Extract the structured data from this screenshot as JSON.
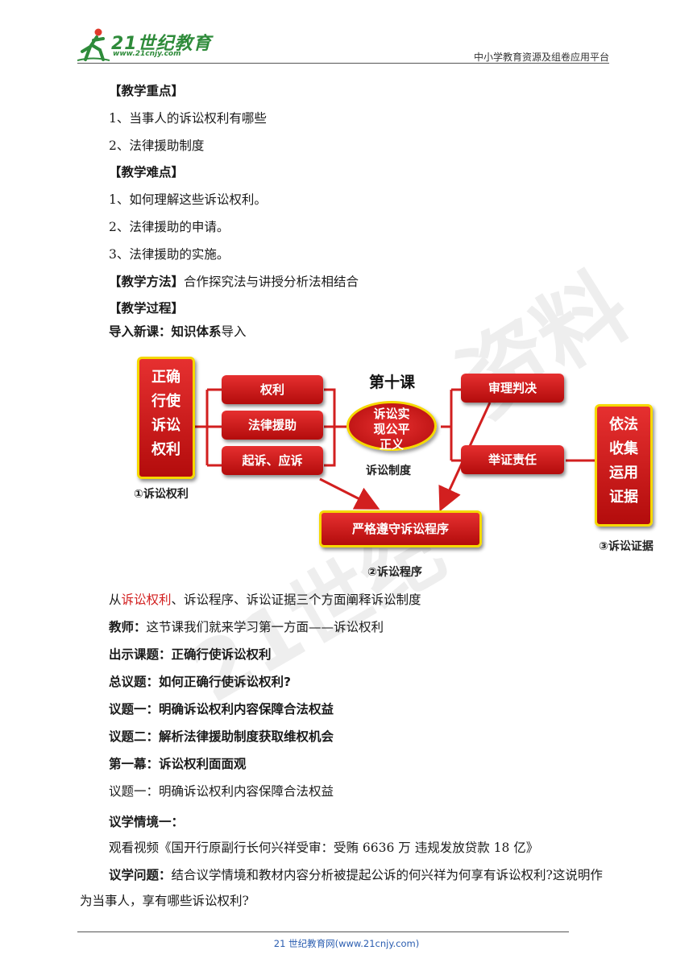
{
  "header": {
    "logo_name": "21世纪教育",
    "logo_url": "www.21cnjy.com",
    "tagline": "中小学教育资源及组卷应用平台"
  },
  "watermark": {
    "text1": "资料",
    "text2": "21世纪"
  },
  "lines": {
    "l1": "【教学重点】",
    "l2": "1、当事人的诉讼权利有哪些",
    "l3": "2、法律援助制度",
    "l4": "【教学难点】",
    "l5": "1、如何理解这些诉讼权利。",
    "l6": "2、法律援助的申请。",
    "l7": "3、法律援助的实施。",
    "l8a": "【教学方法】",
    "l8b": "合作探究法与讲授分析法相结合",
    "l9": "【教学过程】",
    "l10a": "导入新课：知识体系",
    "l10b": "导入",
    "l11a": "从",
    "l11b": "诉讼权利",
    "l11c": "、诉讼程序、诉讼证据三个方面阐释诉讼制度",
    "l12a": "教师：",
    "l12b": "这节课我们就来学习第一方面——诉讼权利",
    "l13": "出示课题：正确行使诉讼权利",
    "l14": "总议题：如何正确行使诉讼权利?",
    "l15": "议题一：明确诉讼权利内容保障合法权益",
    "l16": "议题二：解析法律援助制度获取维权机会",
    "l17": "第一幕：诉讼权利面面观",
    "l18": "议题一：明确诉讼权利内容保障合法权益",
    "l19a": "议学情境一：",
    "l19b": "观看视频《国开行原副行长何兴祥受审：受贿 6636 万 违规发放贷款 18 亿》",
    "l20a": "议学问题：",
    "l20b": "结合议学情境和教材内容分析被提起公诉的何兴祥为何享有诉讼权利?这说明作为当事人，享有哪些诉讼权利?"
  },
  "diagram": {
    "left_box": [
      "正确",
      "行使",
      "诉讼",
      "权利"
    ],
    "left_caption": "①诉讼权利",
    "mid_items": [
      "权利",
      "法律援助",
      "起诉、应诉"
    ],
    "lesson": "第十课",
    "center": [
      "诉讼实",
      "现公平",
      "正义"
    ],
    "center_caption": "诉讼制度",
    "right_items": [
      "审理判决",
      "举证责任"
    ],
    "bottom_box": "严格遵守诉讼程序",
    "bottom_caption": "②诉讼程序",
    "far_right_box": [
      "依法",
      "收集",
      "运用",
      "证据"
    ],
    "far_right_caption": "③诉讼证据",
    "colors": {
      "box_red": "#d21f1f",
      "border_yellow": "#f5d800",
      "arrow_red": "#d21f1f"
    }
  },
  "footer": {
    "text": "21 世纪教育网(www.21cnjy.com)"
  }
}
